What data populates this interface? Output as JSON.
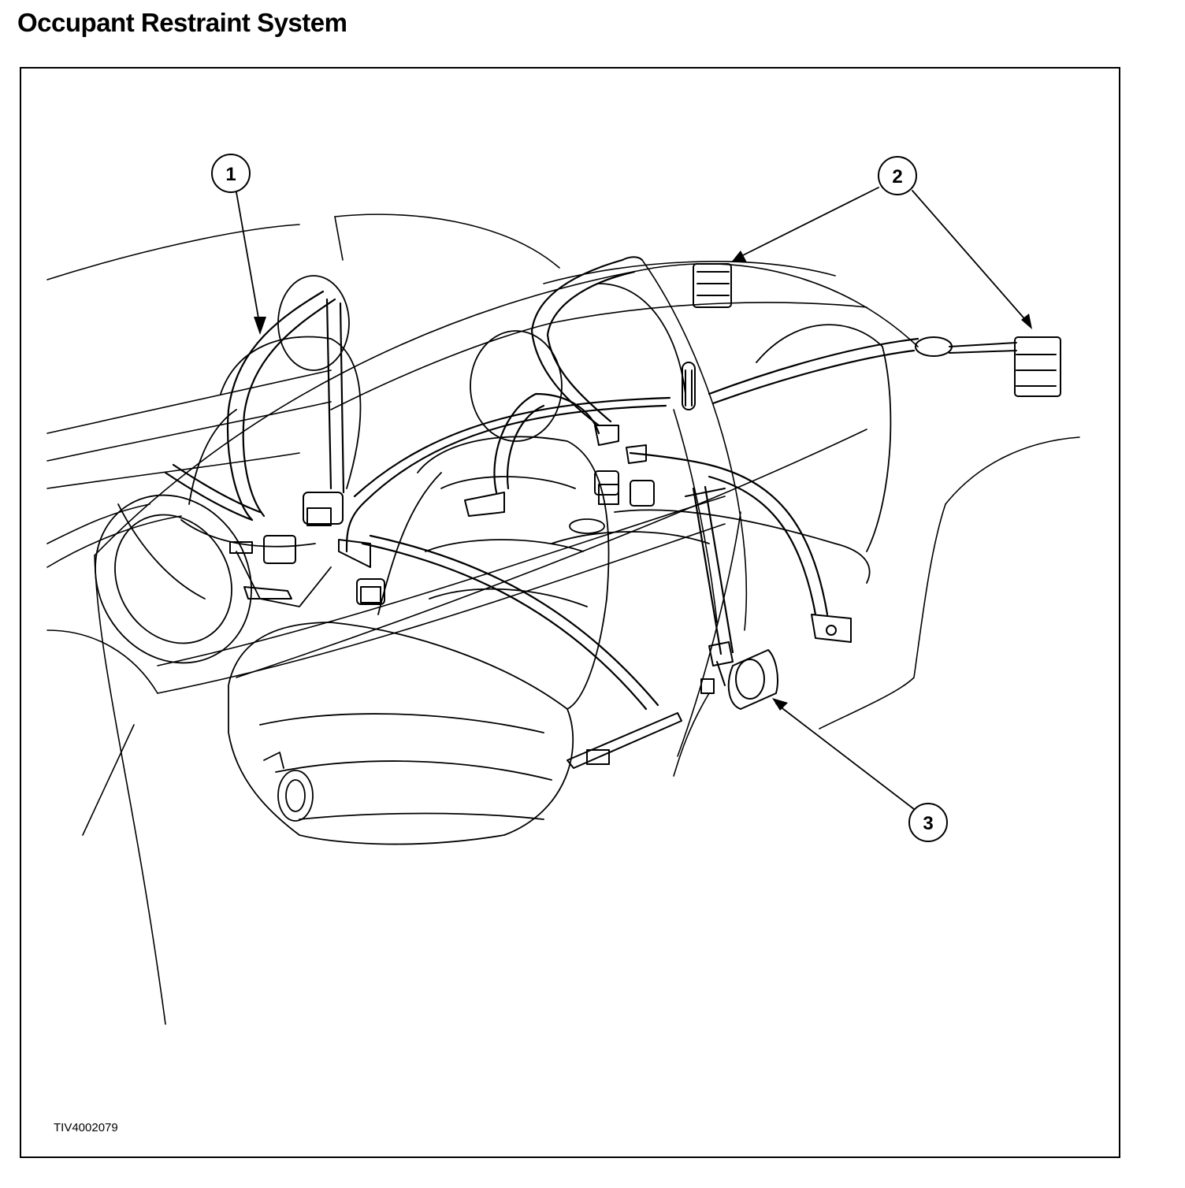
{
  "title": "Occupant Restraint System",
  "figure_id": "TIV4002079",
  "callouts": [
    {
      "number": "1"
    },
    {
      "number": "2"
    },
    {
      "number": "3"
    }
  ]
}
